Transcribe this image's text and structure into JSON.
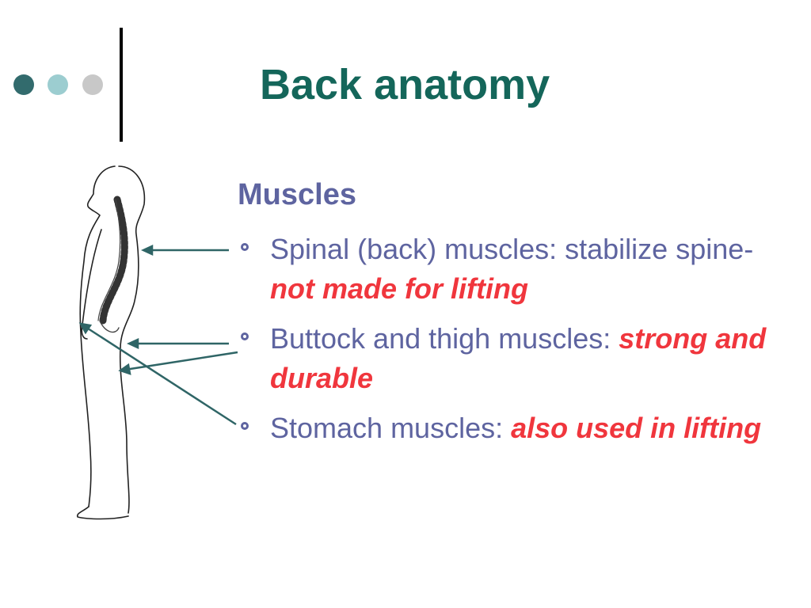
{
  "colors": {
    "title": "#14665a",
    "text": "#5e64a0",
    "emphasis": "#f0363d",
    "arrow": "#2f6566",
    "dot_dark": "#326b6d",
    "dot_light": "#9ccdd0",
    "dot_grey": "#c8c8c8",
    "divider": "#000000"
  },
  "slide": {
    "title": "Back anatomy",
    "section_heading": "Muscles",
    "bullets": [
      {
        "plain": "Spinal (back) muscles: stabilize spine- ",
        "emphasis": "not made for lifting"
      },
      {
        "plain": " Buttock and thigh muscles: ",
        "emphasis": "strong and durable"
      },
      {
        "plain": "Stomach muscles: ",
        "emphasis": "also used in lifting"
      }
    ]
  },
  "icons": {
    "bullet": "hollow-circle-bullet",
    "illustration": "human-side-profile-with-spine"
  }
}
